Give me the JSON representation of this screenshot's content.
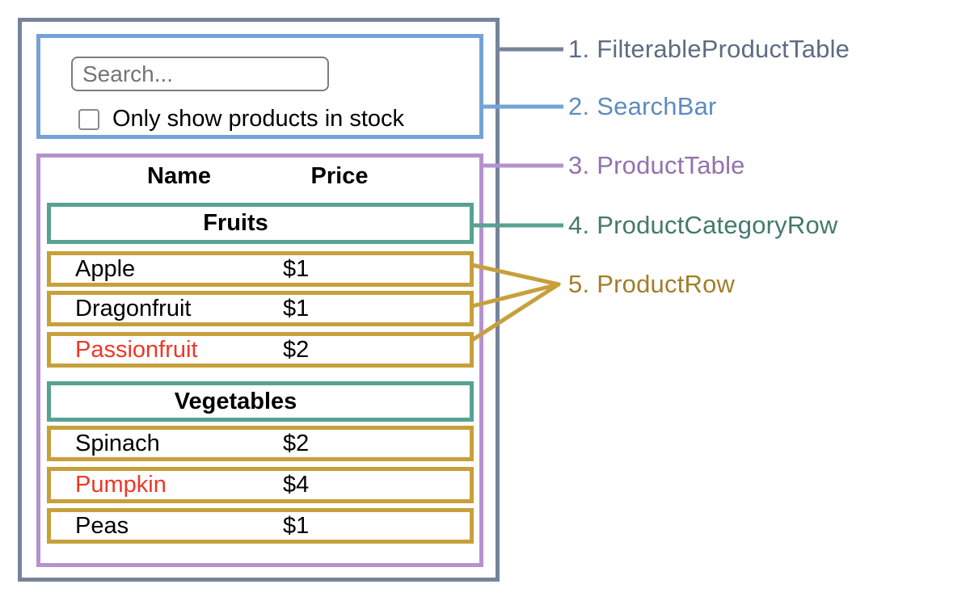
{
  "app": {
    "search_bar": {
      "placeholder": "Search...",
      "checkbox_label": "Only show products in stock",
      "checkbox_checked": false
    },
    "table": {
      "headers": [
        "Name",
        "Price"
      ],
      "sections": [
        {
          "category": "Fruits",
          "rows": [
            {
              "name": "Apple",
              "price": "$1",
              "out_of_stock": false
            },
            {
              "name": "Dragonfruit",
              "price": "$1",
              "out_of_stock": false
            },
            {
              "name": "Passionfruit",
              "price": "$2",
              "out_of_stock": true
            }
          ]
        },
        {
          "category": "Vegetables",
          "rows": [
            {
              "name": "Spinach",
              "price": "$2",
              "out_of_stock": false
            },
            {
              "name": "Pumpkin",
              "price": "$4",
              "out_of_stock": true
            },
            {
              "name": "Peas",
              "price": "$1",
              "out_of_stock": false
            }
          ]
        }
      ]
    }
  },
  "legend": {
    "items": [
      {
        "num": "1.",
        "label": "FilterableProductTable",
        "color": "#5d6c82"
      },
      {
        "num": "2.",
        "label": "SearchBar",
        "color": "#5e8bbe"
      },
      {
        "num": "3.",
        "label": "ProductTable",
        "color": "#9571ad"
      },
      {
        "num": "4.",
        "label": "ProductCategoryRow",
        "color": "#447a6c"
      },
      {
        "num": "5.",
        "label": "ProductRow",
        "color": "#a27e2b"
      }
    ]
  },
  "colors": {
    "slate": "#76839b",
    "blue": "#75a3d7",
    "purple": "#b493cd",
    "teal": "#58a292",
    "gold": "#c7a03c",
    "red": "#ec3828",
    "label-slate": "#5d6c82",
    "label-blue": "#5e8bbe",
    "label-purple": "#9571ad",
    "label-teal": "#447a6c",
    "label-gold": "#a27e2b"
  }
}
